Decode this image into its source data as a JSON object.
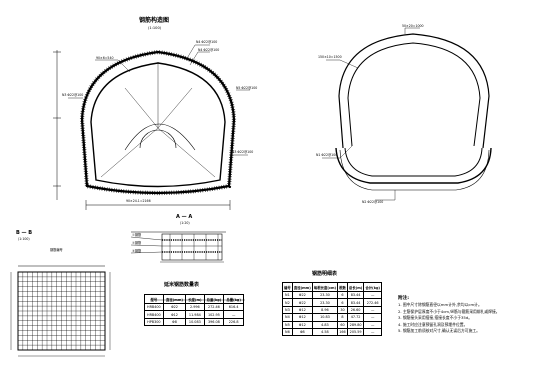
{
  "drawing": {
    "main_title": "钢筋构造图",
    "main_scale": "(1:100)",
    "section_aa_title": "A — A",
    "section_aa_scale": "(1:20)",
    "section_bb_title": "B — B",
    "section_bb_scale": "(1:100)",
    "section_bb_label": "钢筋编号",
    "rebar_labels": [
      "①钢筋",
      "②钢筋",
      "③钢筋"
    ],
    "dims": [
      "90×6=540",
      "N4 Φ22@100",
      "N4 Φ22@100",
      "N5 Φ22@100",
      "90×24.1=2166",
      "N3 Φ22@100",
      "N3 Φ22@100",
      "50×20=1000",
      "150×10=1500",
      "N1 Φ22@100",
      "N2 Φ22@100"
    ]
  },
  "table_steel": {
    "title": "延米钢筋数量表",
    "headers": [
      "型号",
      "直径(mm)",
      "长度(m)",
      "总重(kg)",
      "总量(kg)"
    ],
    "rows": [
      [
        "HRB400",
        "Φ22",
        "2.996",
        "272.46",
        "616.4"
      ],
      [
        "HRB400",
        "Φ12",
        "11.984",
        "102.95",
        "—"
      ],
      [
        "HPB300",
        "Φ8",
        "10.083",
        "396.08",
        "226.8"
      ]
    ]
  },
  "table_detail": {
    "title": "钢筋明细表",
    "headers": [
      "编号",
      "直径(mm)",
      "每根长度(cm)",
      "根数",
      "总长(m)",
      "合计(kg)"
    ],
    "rows": [
      [
        "N1",
        "Φ22",
        "23.30",
        "6",
        "83.44",
        "—"
      ],
      [
        "N2",
        "Φ22",
        "23.30",
        "6",
        "83.44",
        "272.46"
      ],
      [
        "N3",
        "Φ12",
        "8.96",
        "30",
        "26.60",
        "—"
      ],
      [
        "N4",
        "Φ12",
        "10.83",
        "8",
        "47.72",
        "—"
      ],
      [
        "N5",
        "Φ12",
        "4.83",
        "60",
        "289.80",
        "—"
      ],
      [
        "N6",
        "Φ8",
        "4.58",
        "166",
        "205.59",
        "—"
      ]
    ]
  },
  "notes": {
    "heading": "附注:",
    "lines": [
      "1. 图中尺寸除钢筋直径以mm计外,余均以cm计。",
      "2. 主筋保护层厚度不小于4cm,纵筋与箍筋采用绑扎或焊接。",
      "3. 钢筋接头采用搭接,搭接长度不小于35d。",
      "4. 施工时应注意预留孔洞及预埋件位置。",
      "5. 钢筋加工前须核对尺寸,确认无误后方可施工。"
    ]
  }
}
